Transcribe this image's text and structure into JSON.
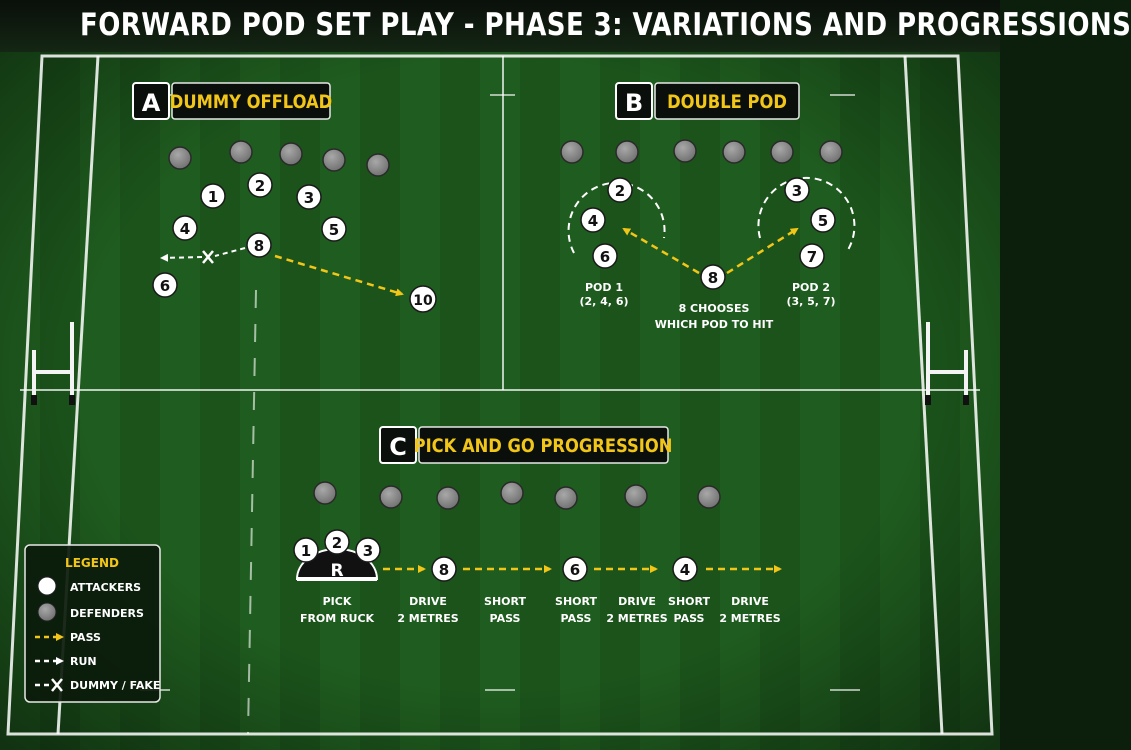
{
  "title": "FORWARD POD SET PLAY - PHASE 3: VARIATIONS AND PROGRESSIONS",
  "colors": {
    "pitch": "#1e5a1e",
    "pass": "#f2c618",
    "header_text": "#f2c618",
    "attacker": "#ffffff",
    "defender": "#8a8a8a"
  },
  "panel_a": {
    "letter": "A",
    "heading": "DUMMY OFFLOAD",
    "attackers": [
      "1",
      "2",
      "3",
      "4",
      "5",
      "8",
      "6",
      "10"
    ]
  },
  "panel_b": {
    "letter": "B",
    "heading": "DOUBLE POD",
    "pod1_players": [
      "2",
      "4",
      "6"
    ],
    "pod2_players": [
      "3",
      "5",
      "7"
    ],
    "carrier": "8",
    "pod1_label": "POD 1",
    "pod1_members": "(2, 4, 6)",
    "pod2_label": "POD 2",
    "pod2_members": "(3, 5, 7)",
    "caption_line1": "8 CHOOSES",
    "caption_line2": "WHICH POD TO HIT"
  },
  "panel_c": {
    "letter": "C",
    "heading": "PICK AND GO PROGRESSION",
    "ruck_players": [
      "1",
      "2",
      "3"
    ],
    "ruck_label": "R",
    "carriers": [
      "8",
      "6",
      "4"
    ],
    "steps": [
      {
        "line1": "PICK",
        "line2": "FROM RUCK"
      },
      {
        "line1": "DRIVE",
        "line2": "2 METRES"
      },
      {
        "line1": "SHORT",
        "line2": "PASS"
      },
      {
        "line1": "SHORT",
        "line2": "PASS"
      },
      {
        "line1": "DRIVE",
        "line2": "2 METRES"
      },
      {
        "line1": "SHORT",
        "line2": "PASS"
      },
      {
        "line1": "DRIVE",
        "line2": "2 METRES"
      }
    ]
  },
  "legend": {
    "title": "LEGEND",
    "items": [
      "ATTACKERS",
      "DEFENDERS",
      "PASS",
      "RUN",
      "DUMMY / FAKE"
    ]
  }
}
